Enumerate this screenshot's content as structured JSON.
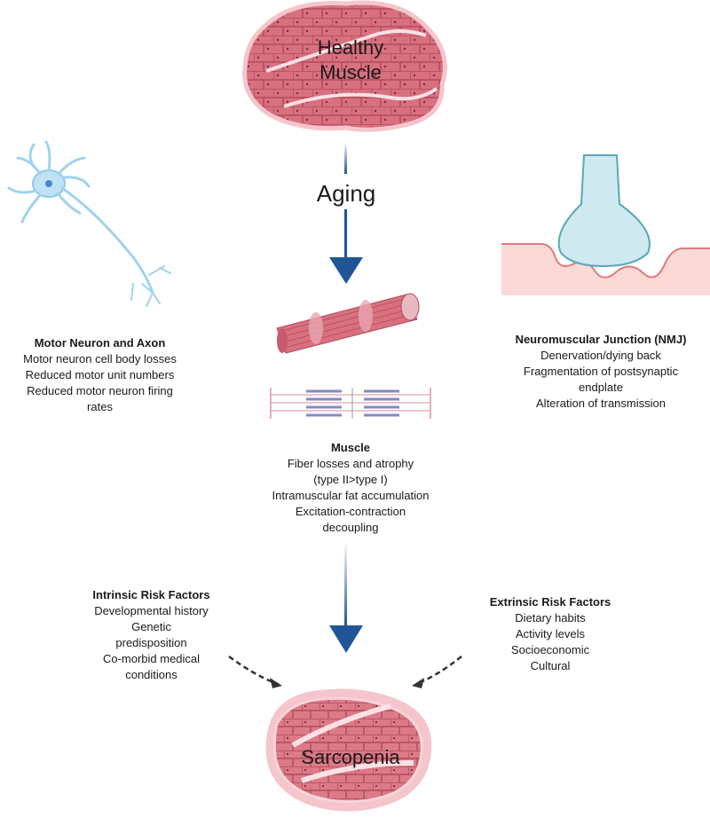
{
  "top": {
    "title_line1": "Healthy",
    "title_line2": "Muscle"
  },
  "aging_label": "Aging",
  "motor_neuron": {
    "heading": "Motor Neuron and Axon",
    "lines": [
      "Motor neuron cell body losses",
      "Reduced motor unit numbers",
      "Reduced motor neuron firing",
      "rates"
    ]
  },
  "nmj": {
    "heading": "Neuromuscular Junction (NMJ)",
    "lines": [
      "Denervation/dying back",
      "Fragmentation of postsynaptic",
      "endplate",
      "Alteration of transmission"
    ]
  },
  "muscle": {
    "heading": "Muscle",
    "lines": [
      "Fiber losses and atrophy",
      "(type II>type I)",
      "Intramuscular fat accumulation",
      "Excitation-contraction",
      "decoupling"
    ]
  },
  "intrinsic": {
    "heading": "Intrinsic Risk Factors",
    "lines": [
      "Developmental history",
      "Genetic",
      "predisposition",
      "Co-morbid medical",
      "conditions"
    ]
  },
  "extrinsic": {
    "heading": "Extrinsic Risk Factors",
    "lines": [
      "Dietary habits",
      "Activity levels",
      "Socioeconomic",
      "Cultural"
    ]
  },
  "bottom": {
    "title": "Sarcopenia"
  },
  "colors": {
    "arrow": "#1f5597",
    "muscle_fill": "#d9707f",
    "muscle_outline": "#f2b8c0",
    "neuron": "#9fd3ee",
    "nmj_fill": "#cfe9f1",
    "nmj_stroke": "#5aa7b8",
    "membrane": "#fbd9d6",
    "membrane_stroke": "#e27a7a"
  }
}
